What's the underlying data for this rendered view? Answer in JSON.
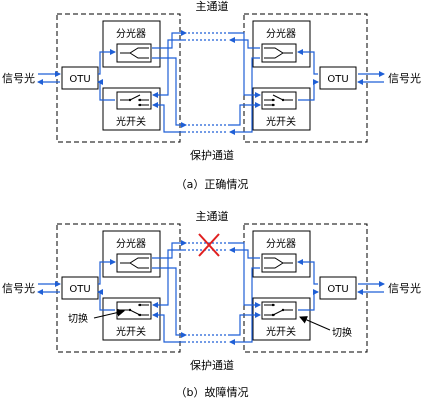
{
  "labels": {
    "main_channel": "主通道",
    "protect_channel": "保护通道",
    "splitter": "分光器",
    "optical_switch": "光开关",
    "otu": "OTU",
    "signal_light": "信号光",
    "switch_action": "切换"
  },
  "captions": {
    "a": "（a）正确情况",
    "b": "（b）故障情况"
  },
  "colors": {
    "fiber": "#1f5fd6",
    "fault_mark": "#e02020",
    "frame": "#000000"
  },
  "icons": {
    "fault": "red-x-icon",
    "switch_pointer": "arrow-icon"
  }
}
